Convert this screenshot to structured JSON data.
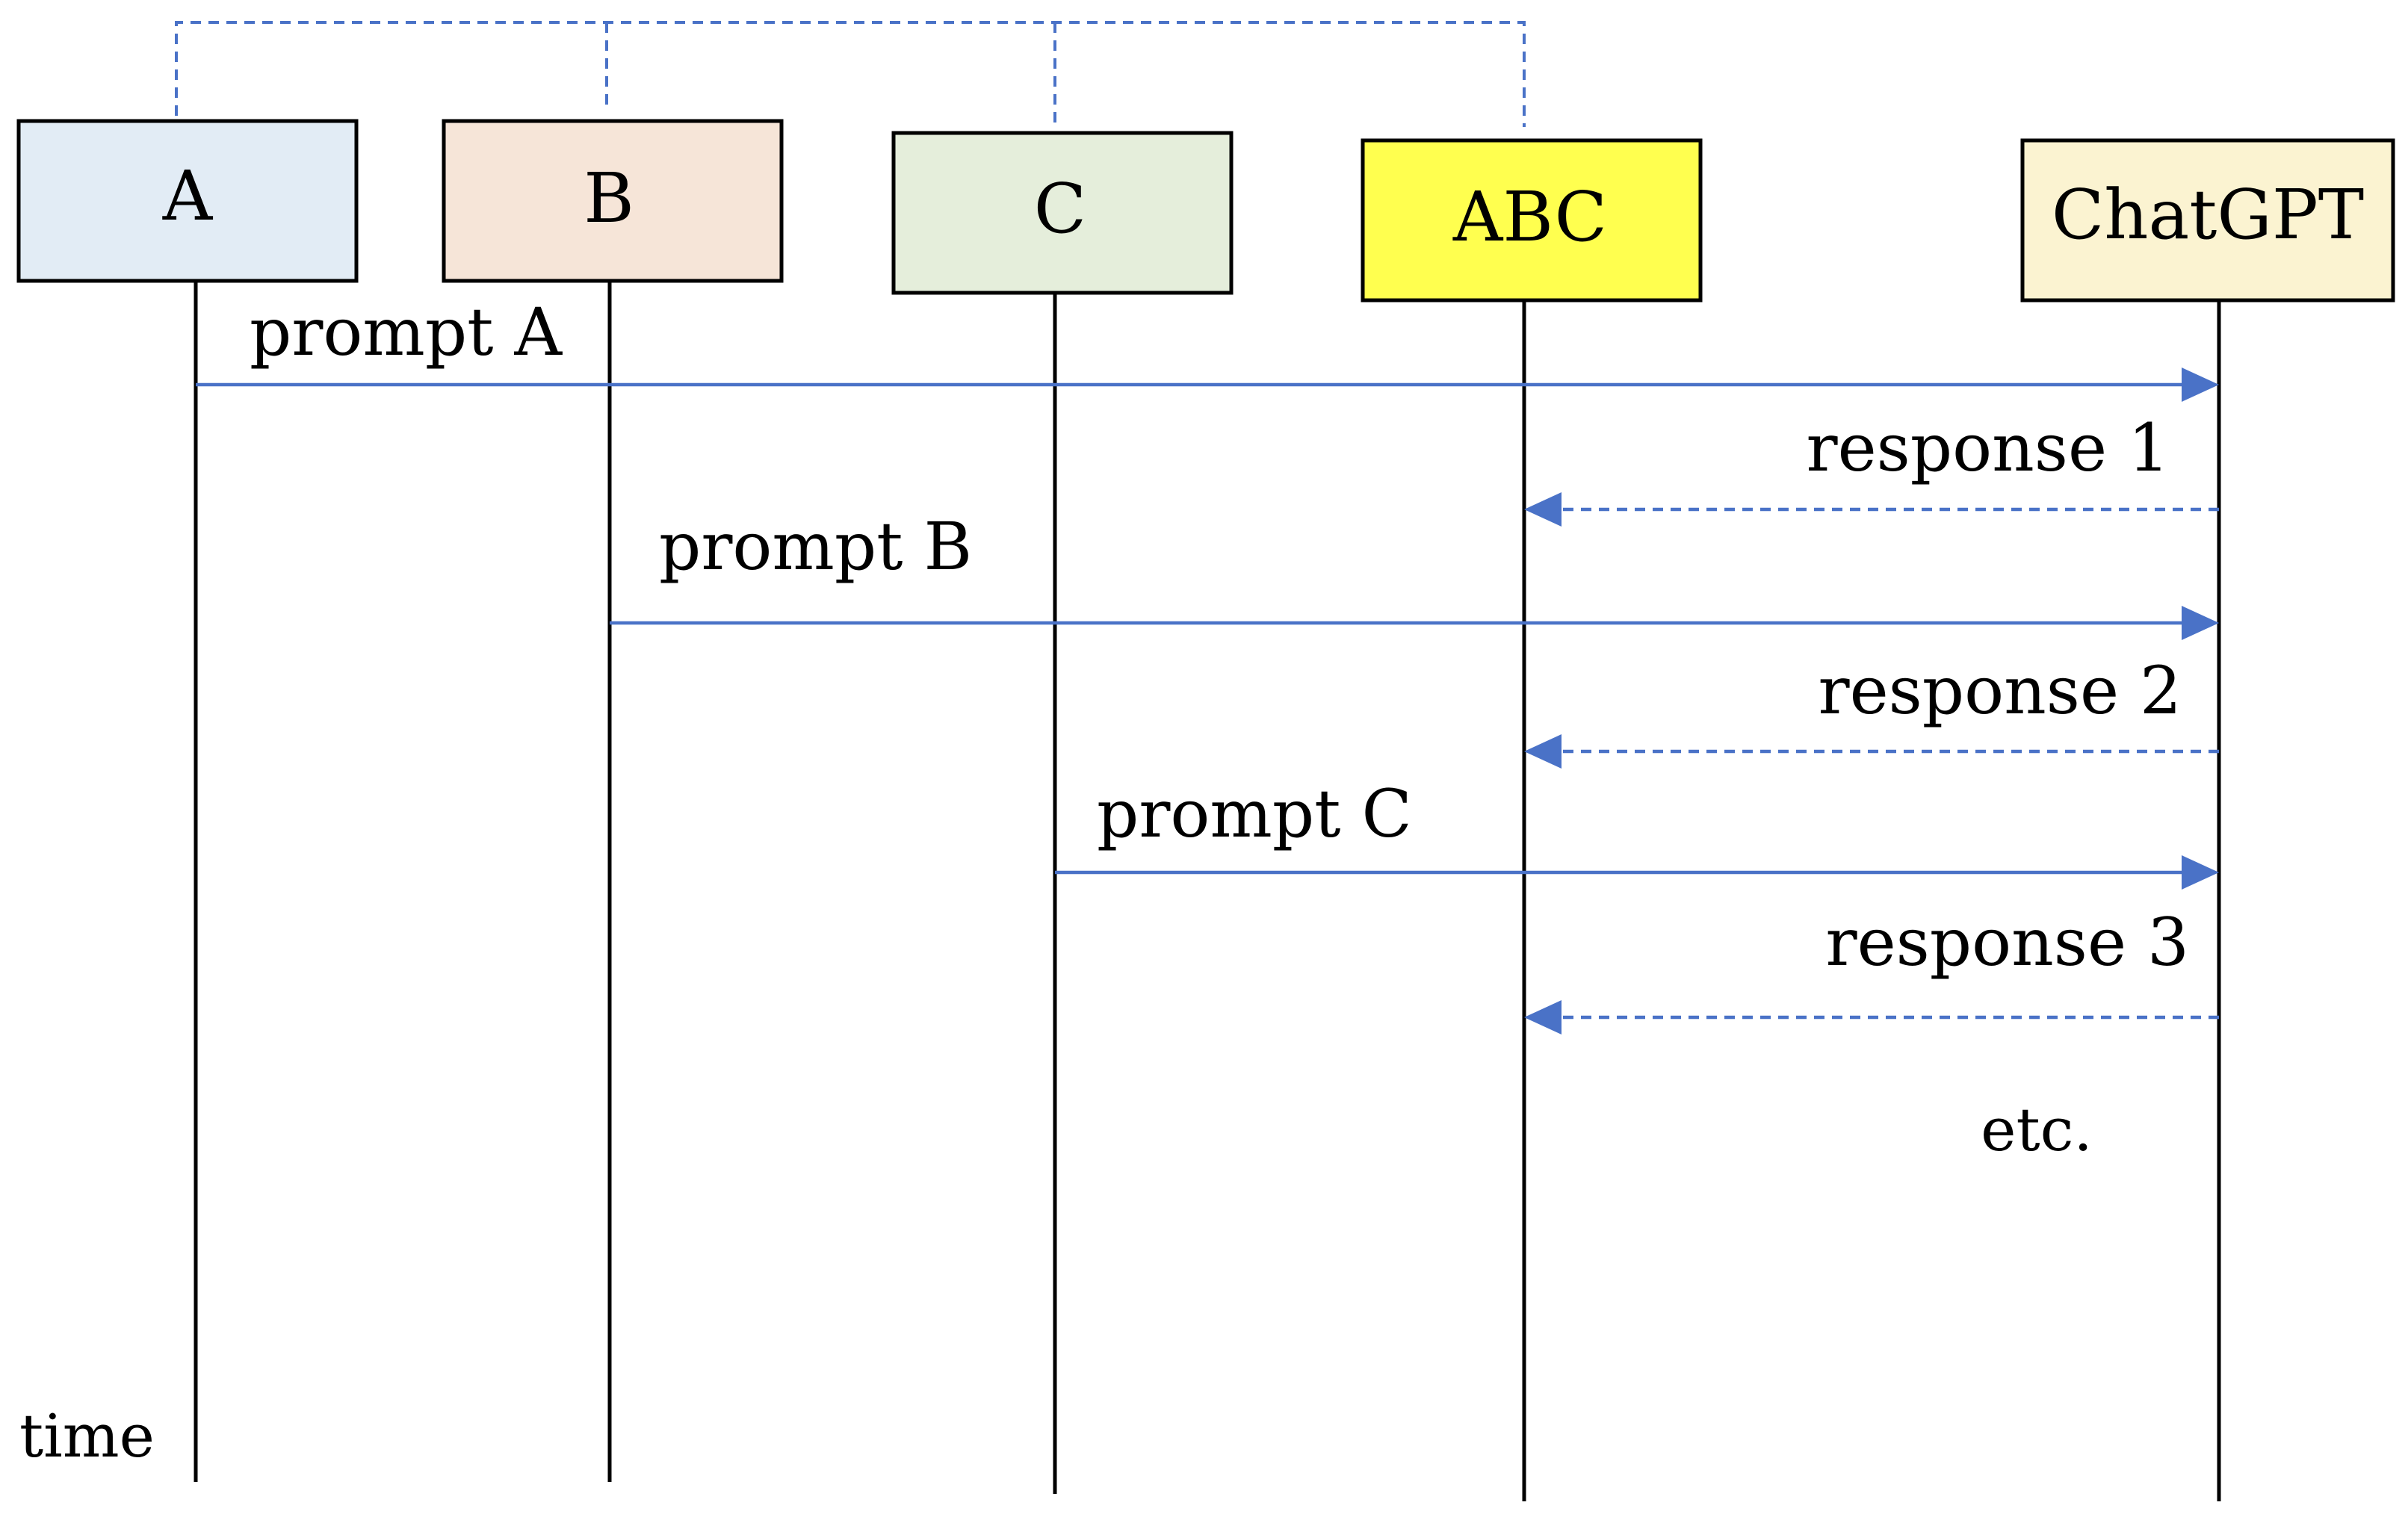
{
  "participants": [
    {
      "id": "A",
      "label": "A",
      "color": "#e2ecf5"
    },
    {
      "id": "B",
      "label": "B",
      "color": "#f6e5d8"
    },
    {
      "id": "C",
      "label": "C",
      "color": "#e5eedb"
    },
    {
      "id": "ABC",
      "label": "ABC",
      "color": "#ffff4f"
    },
    {
      "id": "ChatGPT",
      "label": "ChatGPT",
      "color": "#fbf3d1"
    }
  ],
  "group": {
    "members": [
      "A",
      "B",
      "C",
      "ABC"
    ]
  },
  "messages": [
    {
      "from": "A",
      "to": "ChatGPT",
      "label": "prompt A",
      "style": "solid"
    },
    {
      "from": "ChatGPT",
      "to": "ABC",
      "label": "response 1",
      "style": "dashed"
    },
    {
      "from": "B",
      "to": "ChatGPT",
      "label": "prompt B",
      "style": "solid"
    },
    {
      "from": "ChatGPT",
      "to": "ABC",
      "label": "response 2",
      "style": "dashed"
    },
    {
      "from": "C",
      "to": "ChatGPT",
      "label": "prompt C",
      "style": "solid"
    },
    {
      "from": "ChatGPT",
      "to": "ABC",
      "label": "response 3",
      "style": "dashed"
    }
  ],
  "notes": {
    "continuation": "etc.",
    "time_axis": "time"
  },
  "colors": {
    "arrow": "#4a72c7",
    "lifeline": "#000000"
  }
}
